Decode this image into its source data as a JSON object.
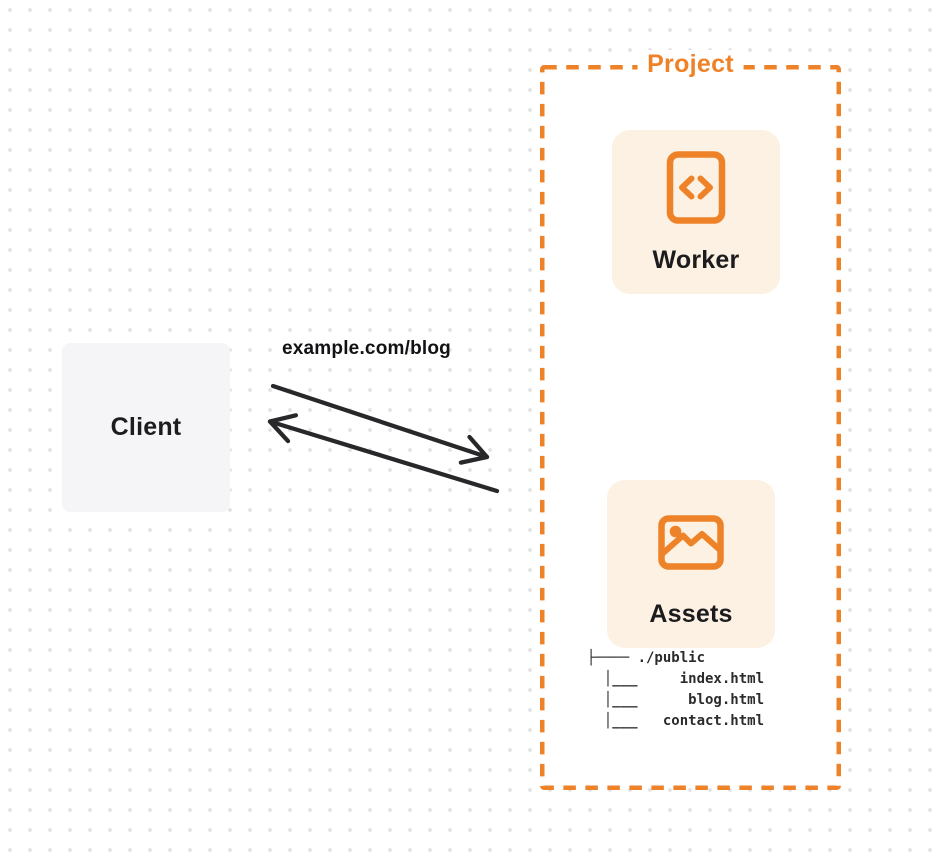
{
  "colors": {
    "accent_orange": "#EE8228",
    "panel_peach": "#FCF1E2",
    "client_gray": "#F5F5F7",
    "arrow_dark": "#28282B",
    "text_dark": "#1C1C1E",
    "dot_gray": "#E3E3E6",
    "tree_color": "#2B2B2B"
  },
  "project": {
    "label": "Project"
  },
  "worker": {
    "label": "Worker",
    "icon": "code-brackets-icon"
  },
  "assets": {
    "label": "Assets",
    "icon": "image-icon",
    "file_tree": "├──── ./public\n  │___     index.html\n  │___      blog.html\n  │___   contact.html"
  },
  "client": {
    "label": "Client"
  },
  "request": {
    "url_label": "example.com/blog"
  }
}
